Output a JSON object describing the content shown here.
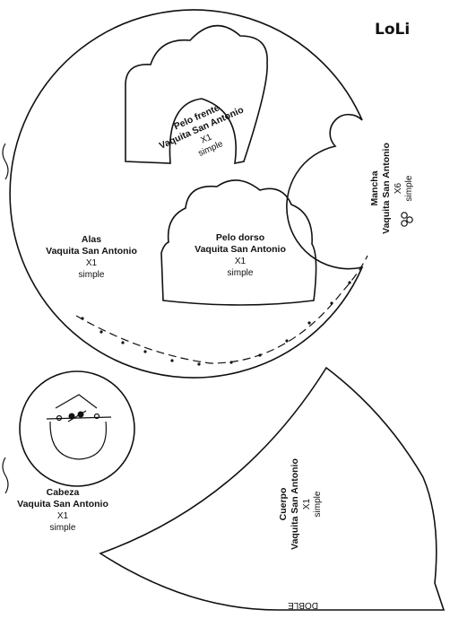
{
  "logo": {
    "text": "LoLi"
  },
  "pieces": {
    "pelo_frente": {
      "name": "Pelo frente",
      "project": "Vaquita San Antonio",
      "qty": "X1",
      "type": "simple"
    },
    "pelo_dorso": {
      "name": "Pelo dorso",
      "project": "Vaquita San Antonio",
      "qty": "X1",
      "type": "simple"
    },
    "alas": {
      "name": "Alas",
      "project": "Vaquita San Antonio",
      "qty": "X1",
      "type": "simple"
    },
    "mancha": {
      "name": "Mancha",
      "project": "Vaquita San Antonio",
      "qty": "X6",
      "type": "simple"
    },
    "cabeza": {
      "name": "Cabeza",
      "project": "Vaquita San Antonio",
      "qty": "X1",
      "type": "simple"
    },
    "cuerpo": {
      "name": "Cuerpo",
      "project": "Vaquita San Antonio",
      "qty": "X1",
      "type": "simple"
    }
  },
  "fold_label": "DOBLE"
}
